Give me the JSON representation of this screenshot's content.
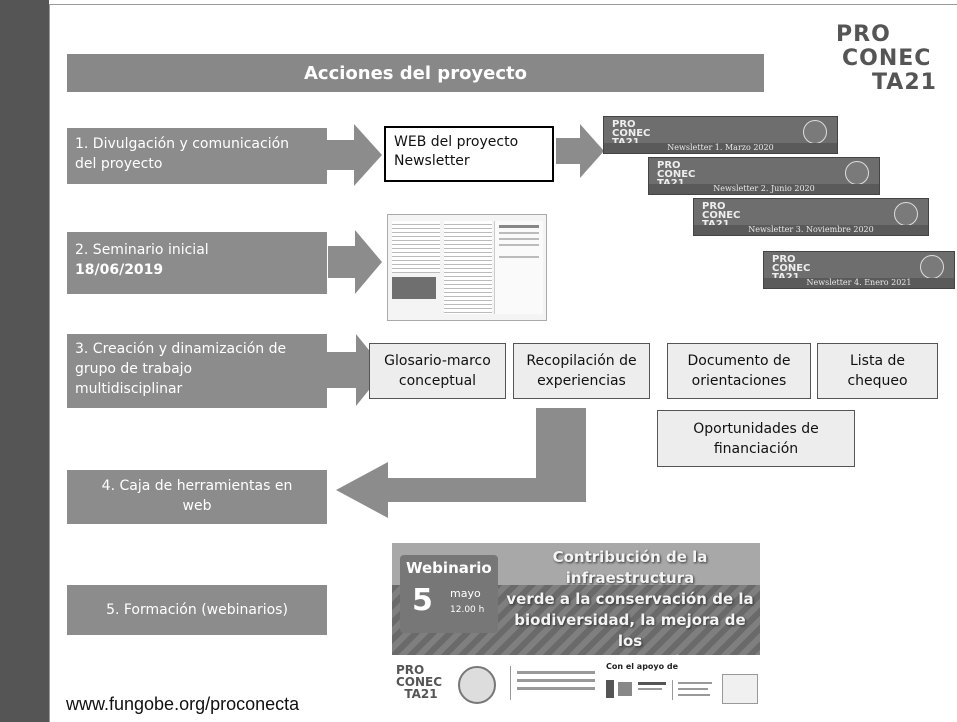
{
  "slide": {
    "title": "Acciones del proyecto",
    "logo": {
      "line1": "PRO",
      "line2": "CONEC",
      "line3": "TA21"
    },
    "footer_url": "www.fungobe.org/proconecta"
  },
  "steps": [
    {
      "line1": "1. Divulgación y comunicación",
      "line2": "del proyecto"
    },
    {
      "line1": "2. Seminario inicial",
      "line2": "18/06/2019"
    },
    {
      "line1": "3. Creación y dinamización de",
      "line2": "grupo de trabajo",
      "line3": "multidisciplinar"
    },
    {
      "line1": "4. Caja de herramientas en",
      "line2": "web"
    },
    {
      "line1": "5. Formación (webinarios)"
    }
  ],
  "web_box": {
    "line1": "WEB del proyecto",
    "line2": "Newsletter"
  },
  "newsletters": [
    {
      "caption": "Newsletter 1. Marzo 2020"
    },
    {
      "caption": "Newsletter 2. Junio 2020"
    },
    {
      "caption": "Newsletter 3. Noviembre 2020"
    },
    {
      "caption": "Newsletter 4. Enero 2021"
    }
  ],
  "tasks": [
    {
      "line1": "Glosario-marco",
      "line2": "conceptual"
    },
    {
      "line1": "Recopilación de",
      "line2": "experiencias"
    },
    {
      "line1": "Documento de",
      "line2": "orientaciones"
    },
    {
      "line1": "Lista de",
      "line2": "chequeo"
    },
    {
      "line1": "Oportunidades de",
      "line2": "financiación"
    }
  ],
  "webinar": {
    "label": "Webinario",
    "day": "5",
    "month": "mayo",
    "time": "12.00 h",
    "text": "Contribución de la infraestructura\nverde a la conservación de la\nbiodiversidad,  la mejora de los\nservicios ecosistémicos\ny el bienestar humano",
    "support_label": "Con el apoyo de"
  }
}
